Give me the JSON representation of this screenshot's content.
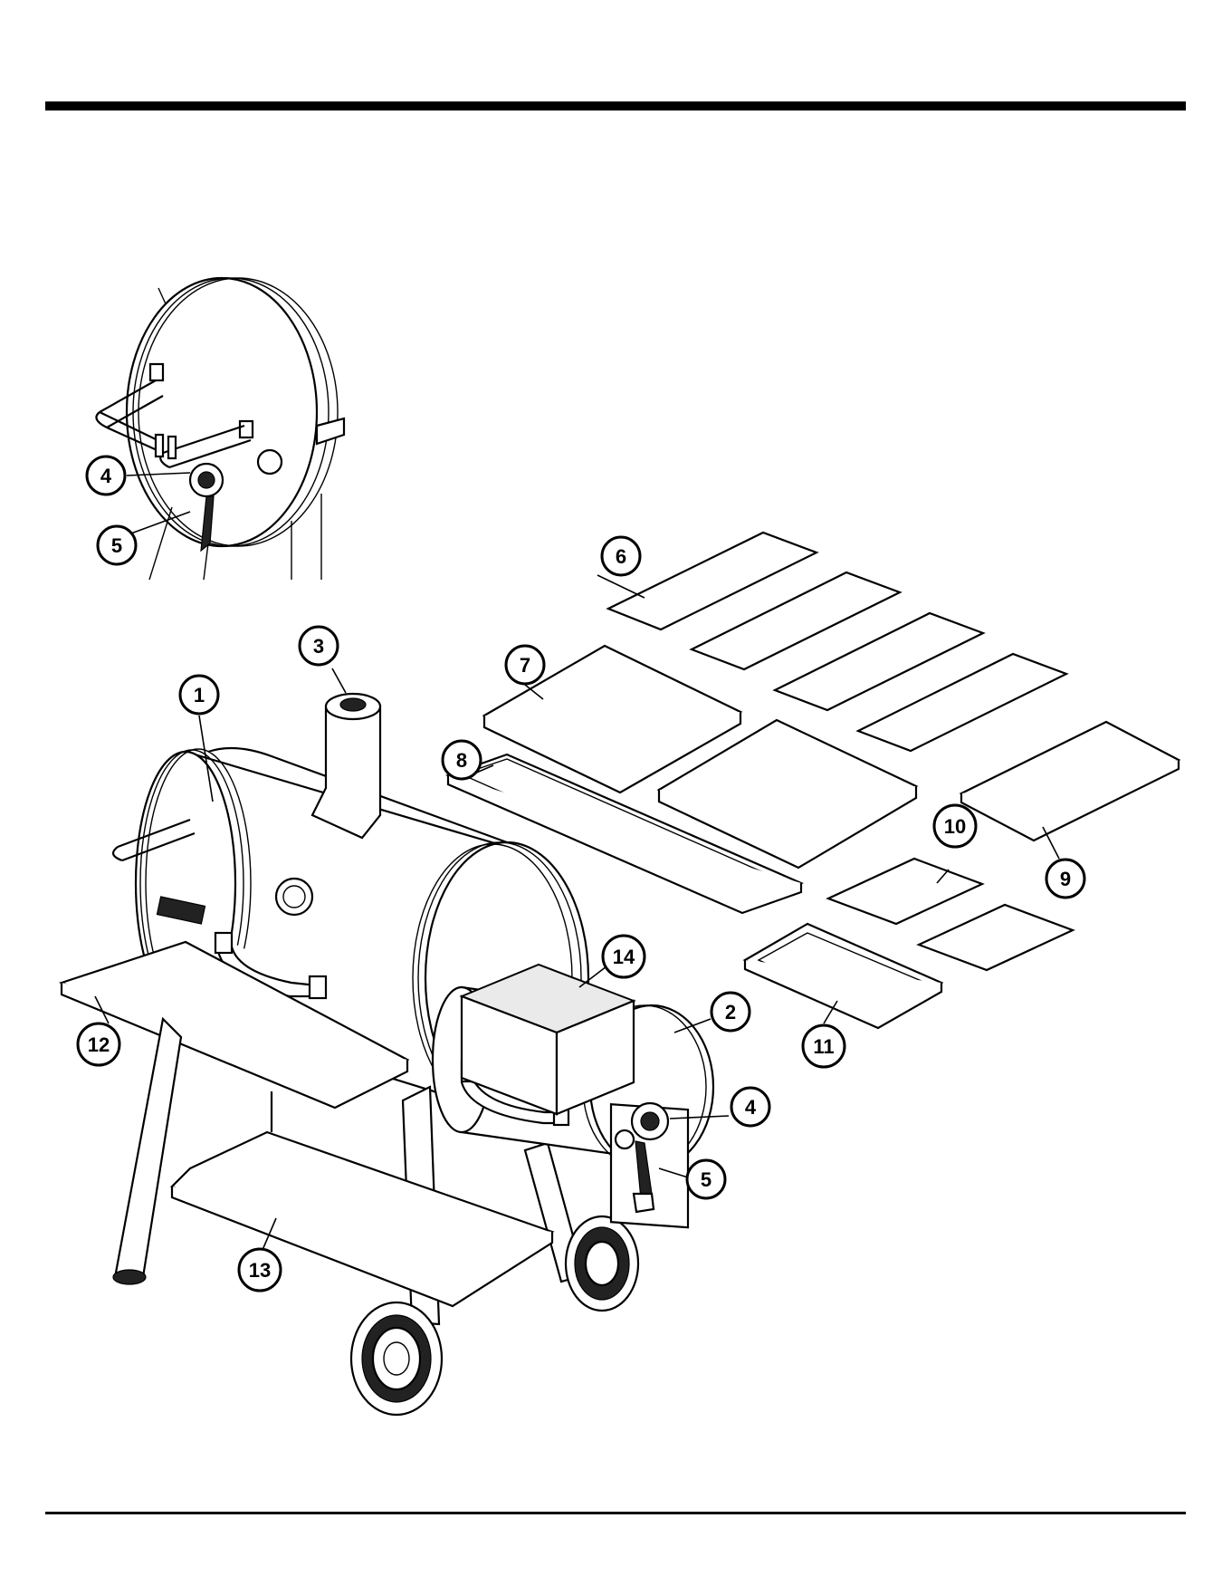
{
  "callouts": [
    {
      "label": "1"
    },
    {
      "label": "2"
    },
    {
      "label": "3"
    },
    {
      "label": "4"
    },
    {
      "label": "5"
    },
    {
      "label": "4"
    },
    {
      "label": "5"
    },
    {
      "label": "6"
    },
    {
      "label": "7"
    },
    {
      "label": "8"
    },
    {
      "label": "9"
    },
    {
      "label": "10"
    },
    {
      "label": "11"
    },
    {
      "label": "12"
    },
    {
      "label": "13"
    },
    {
      "label": "14"
    }
  ]
}
